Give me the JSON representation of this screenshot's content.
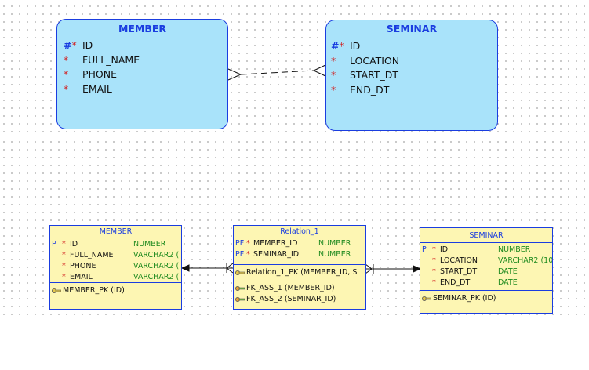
{
  "logical_model": {
    "member": {
      "title": "MEMBER",
      "attributes": [
        {
          "marker": "#",
          "required": "*",
          "name": "ID"
        },
        {
          "marker": "",
          "required": "*",
          "name": "FULL_NAME"
        },
        {
          "marker": "",
          "required": "*",
          "name": "PHONE"
        },
        {
          "marker": "",
          "required": "*",
          "name": "EMAIL"
        }
      ]
    },
    "seminar": {
      "title": "SEMINAR",
      "attributes": [
        {
          "marker": "#",
          "required": "*",
          "name": "ID"
        },
        {
          "marker": "",
          "required": "*",
          "name": "LOCATION"
        },
        {
          "marker": "",
          "required": "*",
          "name": "START_DT"
        },
        {
          "marker": "",
          "required": "*",
          "name": "END_DT"
        }
      ]
    }
  },
  "relational_model": {
    "member": {
      "title": "MEMBER",
      "columns": [
        {
          "flag": "P",
          "required": "*",
          "name": "ID",
          "type": "NUMBER"
        },
        {
          "flag": "",
          "required": "*",
          "name": "FULL_NAME",
          "type": "VARCHAR2 ("
        },
        {
          "flag": "",
          "required": "*",
          "name": "PHONE",
          "type": "VARCHAR2 ("
        },
        {
          "flag": "",
          "required": "*",
          "name": "EMAIL",
          "type": "VARCHAR2 ("
        }
      ],
      "keys": [
        "MEMBER_PK (ID)"
      ]
    },
    "relation": {
      "title": "Relation_1",
      "columns": [
        {
          "flag": "PF",
          "required": "*",
          "name": "MEMBER_ID",
          "type": "NUMBER"
        },
        {
          "flag": "PF",
          "required": "*",
          "name": "SEMINAR_ID",
          "type": "NUMBER"
        }
      ],
      "primary_key": "Relation_1_PK (MEMBER_ID, S",
      "foreign_keys": [
        "FK_ASS_1 (MEMBER_ID)",
        "FK_ASS_2 (SEMINAR_ID)"
      ]
    },
    "seminar": {
      "title": "SEMINAR",
      "columns": [
        {
          "flag": "P",
          "required": "*",
          "name": "ID",
          "type": "NUMBER"
        },
        {
          "flag": "",
          "required": "*",
          "name": "LOCATION",
          "type": "VARCHAR2 (10"
        },
        {
          "flag": "",
          "required": "*",
          "name": "START_DT",
          "type": "DATE"
        },
        {
          "flag": "",
          "required": "*",
          "name": "END_DT",
          "type": "DATE"
        }
      ],
      "keys": [
        "SEMINAR_PK (ID)"
      ]
    }
  },
  "colors": {
    "entity_fill": "#a9e3fa",
    "entity_border": "#1a3de0",
    "table_fill": "#fdf6b3",
    "required_marker": "#d21f1f",
    "datatype_text": "#1f8a1f"
  },
  "icons": [
    "primary-key-icon",
    "foreign-key-icon"
  ]
}
